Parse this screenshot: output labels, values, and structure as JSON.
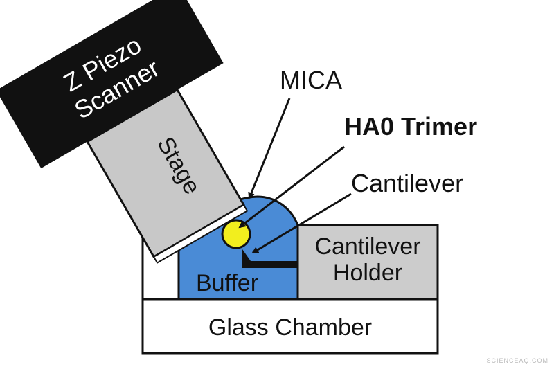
{
  "diagram": {
    "labels": {
      "z_piezo_line1": "Z Piezo",
      "z_piezo_line2": "Scanner",
      "stage": "Stage",
      "mica": "MICA",
      "ha0_trimer": "HA0 Trimer",
      "cantilever": "Cantilever",
      "cantilever_holder_line1": "Cantilever",
      "cantilever_holder_line2": "Holder",
      "buffer": "Buffer",
      "glass_chamber": "Glass Chamber"
    },
    "watermark": "SCIENCEAQ.COM",
    "colors": {
      "scanner": "#111111",
      "stage": "#c8c8c8",
      "buffer": "#4a8bd6",
      "trimer": "#f2ee1e",
      "holder": "#cccccc",
      "outline": "#111111"
    }
  }
}
